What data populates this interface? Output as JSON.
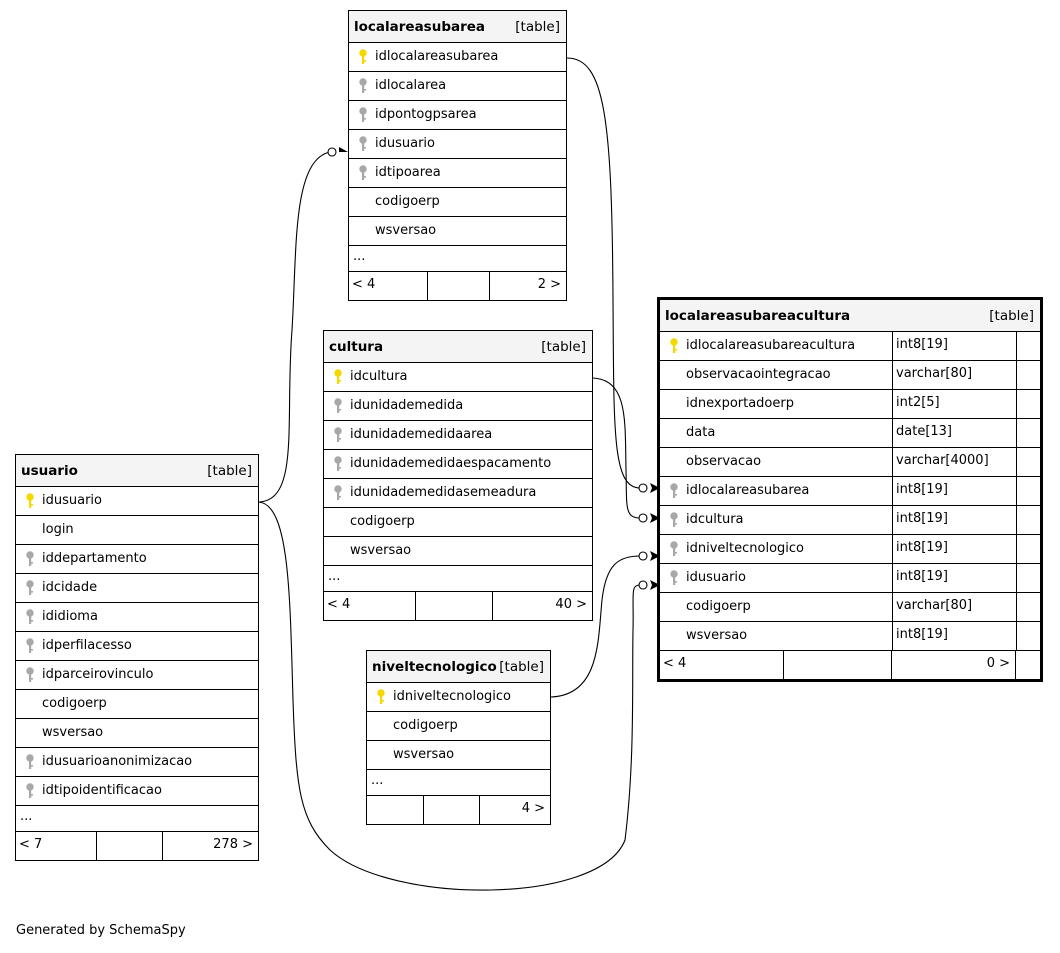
{
  "tables": {
    "localareasubarea": {
      "name": "localareasubarea",
      "type": "[table]",
      "columns": [
        {
          "name": "idlocalareasubarea",
          "key": "pk"
        },
        {
          "name": "idlocalarea",
          "key": "fk"
        },
        {
          "name": "idpontogpsarea",
          "key": "fk"
        },
        {
          "name": "idusuario",
          "key": "fk"
        },
        {
          "name": "idtipoarea",
          "key": "fk"
        },
        {
          "name": "codigoerp",
          "key": ""
        },
        {
          "name": "wsversao",
          "key": ""
        }
      ],
      "ellipsis": "...",
      "footer": {
        "parents": "< 4",
        "children": "2 >"
      }
    },
    "cultura": {
      "name": "cultura",
      "type": "[table]",
      "columns": [
        {
          "name": "idcultura",
          "key": "pk"
        },
        {
          "name": "idunidademedida",
          "key": "fk"
        },
        {
          "name": "idunidademedidaarea",
          "key": "fk"
        },
        {
          "name": "idunidademedidaespacamento",
          "key": "fk"
        },
        {
          "name": "idunidademedidasemeadura",
          "key": "fk"
        },
        {
          "name": "codigoerp",
          "key": ""
        },
        {
          "name": "wsversao",
          "key": ""
        }
      ],
      "ellipsis": "...",
      "footer": {
        "parents": "< 4",
        "children": "40 >"
      }
    },
    "usuario": {
      "name": "usuario",
      "type": "[table]",
      "columns": [
        {
          "name": "idusuario",
          "key": "pk"
        },
        {
          "name": "login",
          "key": ""
        },
        {
          "name": "iddepartamento",
          "key": "fk"
        },
        {
          "name": "idcidade",
          "key": "fk"
        },
        {
          "name": "ididioma",
          "key": "fk"
        },
        {
          "name": "idperfilacesso",
          "key": "fk"
        },
        {
          "name": "idparceirovinculo",
          "key": "fk"
        },
        {
          "name": "codigoerp",
          "key": ""
        },
        {
          "name": "wsversao",
          "key": ""
        },
        {
          "name": "idusuarioanonimizacao",
          "key": "fk"
        },
        {
          "name": "idtipoidentificacao",
          "key": "fk"
        }
      ],
      "ellipsis": "...",
      "footer": {
        "parents": "< 7",
        "children": "278 >"
      }
    },
    "niveltecnologico": {
      "name": "niveltecnologico",
      "type": "[table]",
      "columns": [
        {
          "name": "idniveltecnologico",
          "key": "pk"
        },
        {
          "name": "codigoerp",
          "key": ""
        },
        {
          "name": "wsversao",
          "key": ""
        }
      ],
      "ellipsis": "...",
      "footer": {
        "parents": "",
        "children": "4 >"
      }
    },
    "localareasubareacultura": {
      "name": "localareasubareacultura",
      "type": "[table]",
      "columns": [
        {
          "name": "idlocalareasubareacultura",
          "key": "pk",
          "type": "int8[19]"
        },
        {
          "name": "observacaointegracao",
          "key": "",
          "type": "varchar[80]"
        },
        {
          "name": "idnexportadoerp",
          "key": "",
          "type": "int2[5]"
        },
        {
          "name": "data",
          "key": "",
          "type": "date[13]"
        },
        {
          "name": "observacao",
          "key": "",
          "type": "varchar[4000]"
        },
        {
          "name": "idlocalareasubarea",
          "key": "fk",
          "type": "int8[19]"
        },
        {
          "name": "idcultura",
          "key": "fk",
          "type": "int8[19]"
        },
        {
          "name": "idniveltecnologico",
          "key": "fk",
          "type": "int8[19]"
        },
        {
          "name": "idusuario",
          "key": "fk",
          "type": "int8[19]"
        },
        {
          "name": "codigoerp",
          "key": "",
          "type": "varchar[80]"
        },
        {
          "name": "wsversao",
          "key": "",
          "type": "int8[19]"
        }
      ],
      "footer": {
        "parents": "< 4",
        "children": "0 >"
      }
    }
  },
  "credit": "Generated by SchemaSpy",
  "colors": {
    "pk_key": "#f5d800",
    "fk_key": "#a8a8a8",
    "header_bg": "#f4f4f4",
    "line": "#000000"
  }
}
